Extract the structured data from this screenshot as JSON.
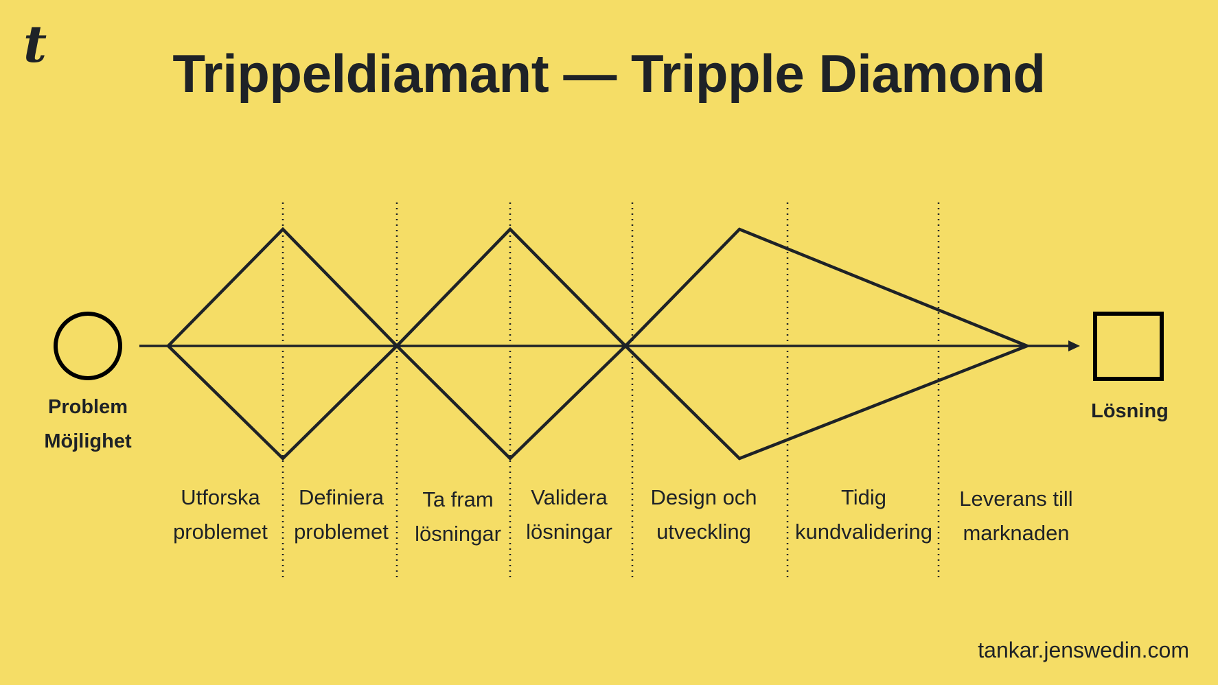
{
  "title": "Trippeldiamant — Tripple Diamond",
  "logo_glyph": "t",
  "start": {
    "line1": "Problem",
    "line2": "Möjlighet"
  },
  "end": {
    "label": "Lösning"
  },
  "phases": [
    {
      "line1": "Utforska",
      "line2": "problemet"
    },
    {
      "line1": "Definiera",
      "line2": "problemet"
    },
    {
      "line1": "Ta fram",
      "line2": "lösningar"
    },
    {
      "line1": "Validera",
      "line2": "lösningar"
    },
    {
      "line1": "Design och",
      "line2": "utveckling"
    },
    {
      "line1": "Tidig",
      "line2": "kundvalidering"
    },
    {
      "line1": "Leverans till",
      "line2": "marknaden"
    }
  ],
  "footer": "tankar.jenswedin.com",
  "colors": {
    "background": "#F5DD66",
    "ink": "#1E2227"
  }
}
